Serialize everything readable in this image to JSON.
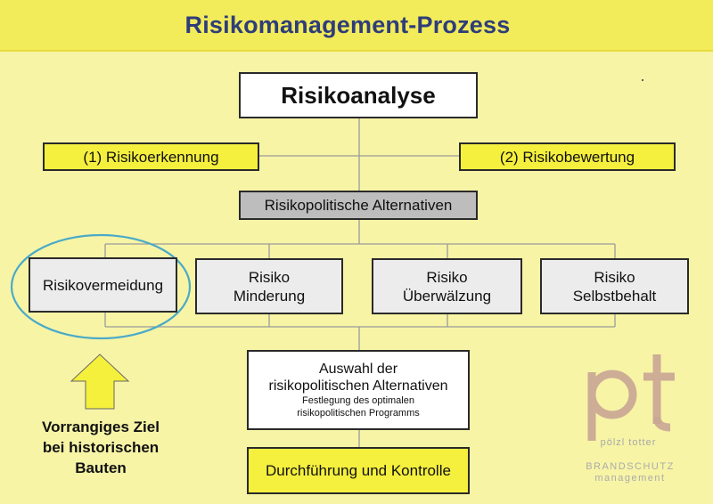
{
  "title": "Risikomanagement-Prozess",
  "nodes": {
    "risikoanalyse": "Risikoanalyse",
    "risikoerkennung": "(1) Risikoerkennung",
    "risikobewertung": "(2) Risikobewertung",
    "alternativen": "Risikopolitische Alternativen",
    "vermeidung": "Risikovermeidung",
    "minderung": [
      "Risiko",
      "Minderung"
    ],
    "ueberwaelzung": [
      "Risiko",
      "Überwälzung"
    ],
    "selbstbehalt": [
      "Risiko",
      "Selbstbehalt"
    ],
    "auswahl": {
      "main": [
        "Auswahl der",
        "risikopolitischen Alternativen"
      ],
      "sub": [
        "Festlegung des optimalen",
        "risikopolitischen Programms"
      ]
    },
    "durchfuehrung": "Durchführung und Kontrolle"
  },
  "annotation": [
    "Vorrangiges Ziel",
    "bei historischen",
    "Bauten"
  ],
  "logo": {
    "letters": "pt",
    "name": "pölzl totter",
    "brand": [
      "BRANDSCHUTZ",
      "management"
    ]
  },
  "colors": {
    "background": "#f7f4a6",
    "title_bar": "#f2eb5a",
    "title_text": "#2e3d7a",
    "yellow_box": "#f5ef3e",
    "grey_box": "#bdbdbd",
    "option_box": "#ececec",
    "highlight_ellipse": "#4aaac8",
    "arrow": "#f5f03c",
    "logo": "#c9a695"
  }
}
